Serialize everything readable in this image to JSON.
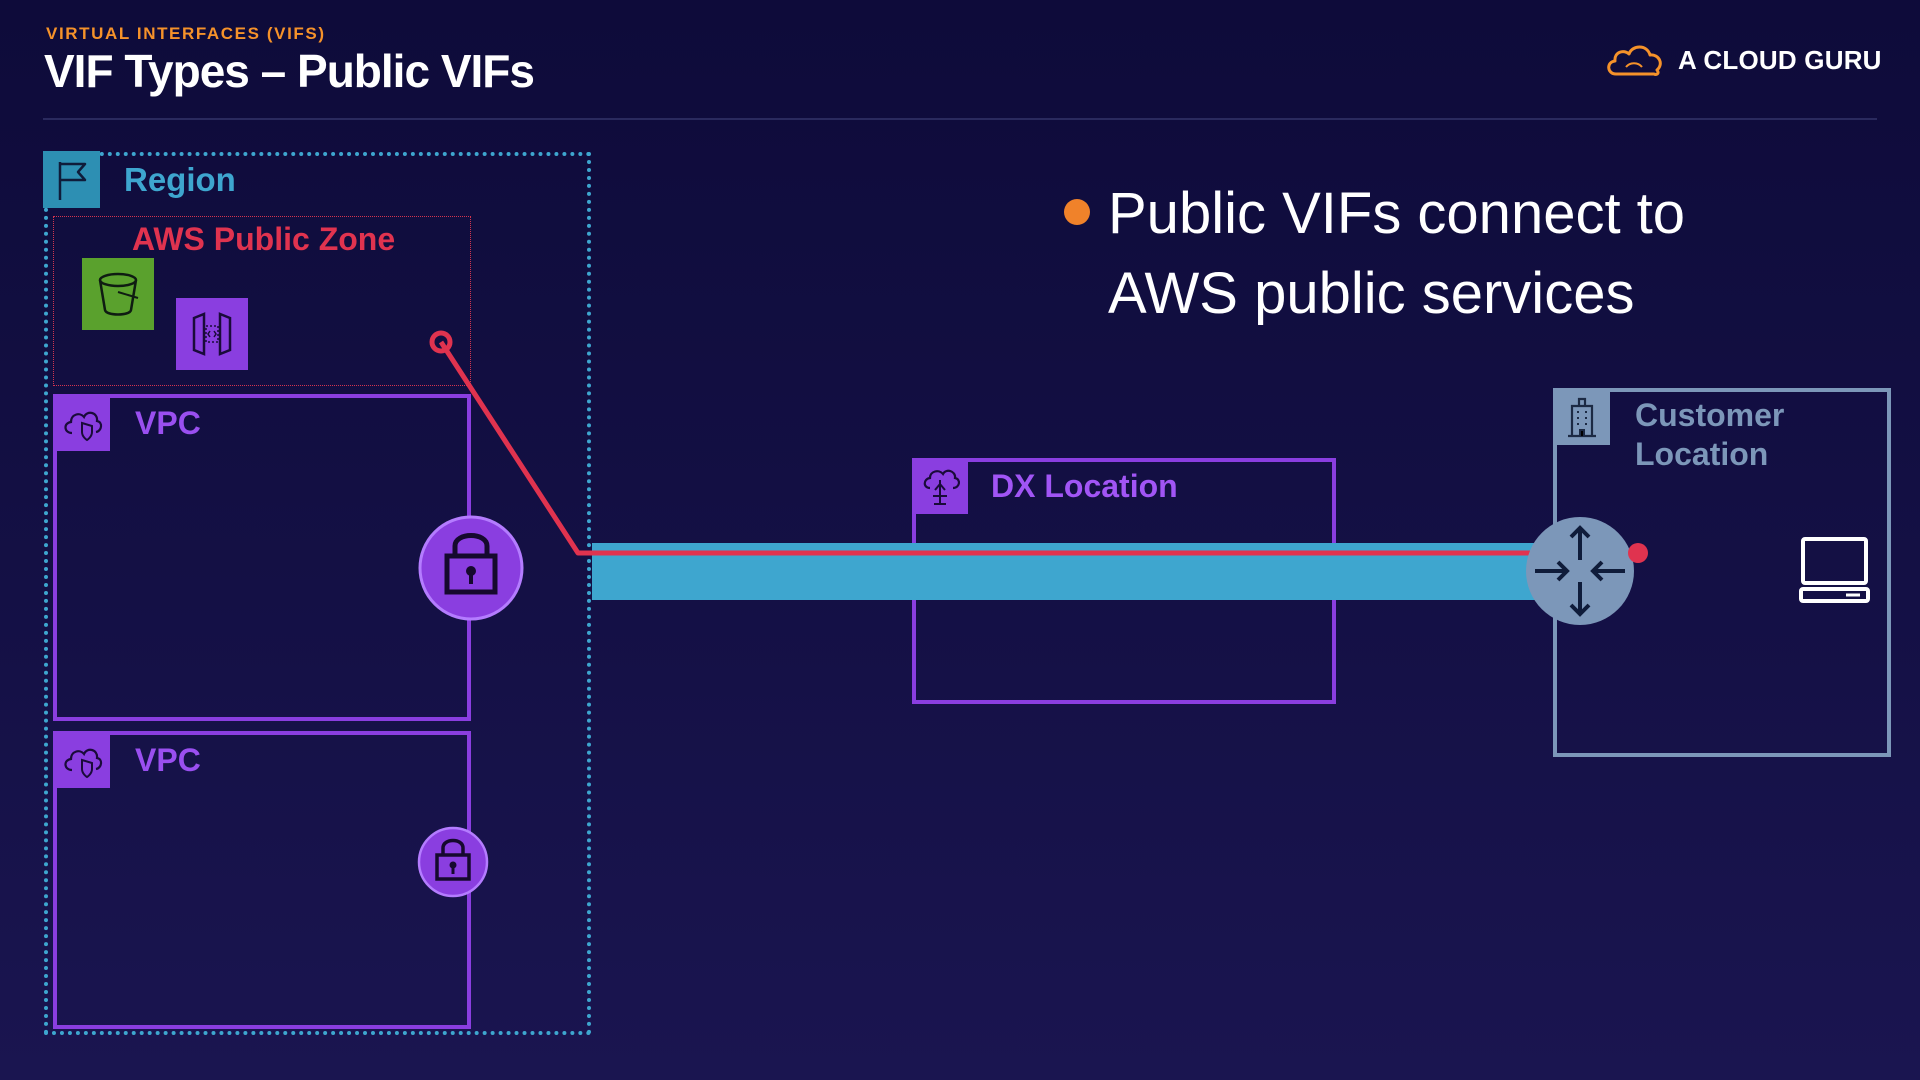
{
  "header": {
    "eyebrow": "VIRTUAL INTERFACES (VIFS)",
    "title": "VIF Types – Public VIFs"
  },
  "brand": {
    "logo_text": "A CLOUD GURU",
    "logo_icon": "cloud-logo-icon",
    "accent_color": "#f5922a"
  },
  "diagram": {
    "region": {
      "label": "Region",
      "icon": "flag-icon",
      "color": "#3ea6cf"
    },
    "public_zone": {
      "label": "AWS Public Zone",
      "color": "#e0334f",
      "services": [
        {
          "icon": "s3-bucket-icon",
          "color": "#5aa12d"
        },
        {
          "icon": "api-gateway-icon",
          "color": "#8a3ee0"
        }
      ]
    },
    "vpcs": [
      {
        "label": "VPC",
        "icon": "vpc-cloud-shield-icon",
        "gateway_icon": "vpn-gateway-lock-icon"
      },
      {
        "label": "VPC",
        "icon": "vpc-cloud-shield-icon",
        "gateway_icon": "vpn-gateway-lock-icon"
      }
    ],
    "dx_location": {
      "label": "DX Location",
      "icon": "dx-location-icon",
      "color": "#8a3ee0"
    },
    "customer_location": {
      "label": "Customer Location",
      "icon": "building-icon",
      "color": "#7c97b9"
    },
    "customer_router_icon": "router-icon",
    "customer_device_icon": "laptop-icon",
    "connection_color": "#3ea6cf",
    "vif_path_color": "#e0334f"
  },
  "bullets": [
    {
      "text": "Public VIFs connect to AWS public services",
      "dot_color": "#f0822a"
    }
  ]
}
